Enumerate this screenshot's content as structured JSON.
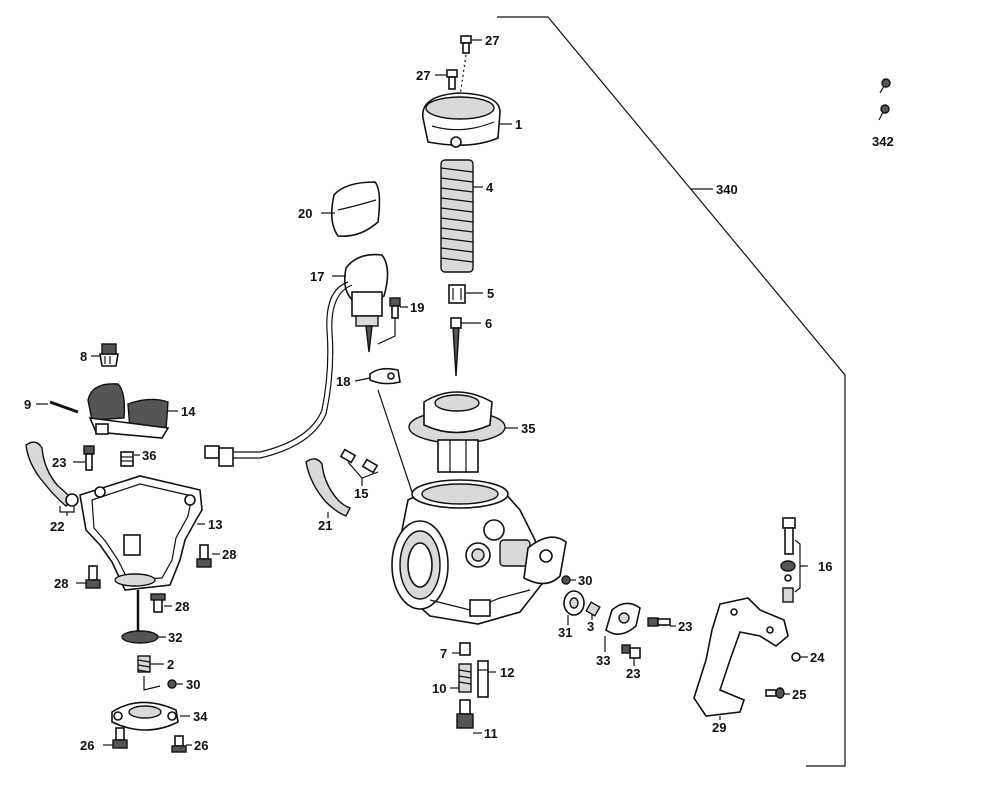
{
  "diagram": {
    "labels": [
      {
        "id": "p27a",
        "text": "27"
      },
      {
        "id": "p27b",
        "text": "27"
      },
      {
        "id": "p1",
        "text": "1"
      },
      {
        "id": "p4",
        "text": "4"
      },
      {
        "id": "p5",
        "text": "5"
      },
      {
        "id": "p6",
        "text": "6"
      },
      {
        "id": "p35",
        "text": "35"
      },
      {
        "id": "p340",
        "text": "340"
      },
      {
        "id": "p342",
        "text": "342"
      },
      {
        "id": "p20",
        "text": "20"
      },
      {
        "id": "p17",
        "text": "17"
      },
      {
        "id": "p19",
        "text": "19"
      },
      {
        "id": "p18",
        "text": "18"
      },
      {
        "id": "p8",
        "text": "8"
      },
      {
        "id": "p9",
        "text": "9"
      },
      {
        "id": "p14",
        "text": "14"
      },
      {
        "id": "p23a",
        "text": "23"
      },
      {
        "id": "p36",
        "text": "36"
      },
      {
        "id": "p22",
        "text": "22"
      },
      {
        "id": "p13",
        "text": "13"
      },
      {
        "id": "p28a",
        "text": "28"
      },
      {
        "id": "p28b",
        "text": "28"
      },
      {
        "id": "p28c",
        "text": "28"
      },
      {
        "id": "p32",
        "text": "32"
      },
      {
        "id": "p2",
        "text": "2"
      },
      {
        "id": "p30a",
        "text": "30"
      },
      {
        "id": "p34",
        "text": "34"
      },
      {
        "id": "p26a",
        "text": "26"
      },
      {
        "id": "p26b",
        "text": "26"
      },
      {
        "id": "p15",
        "text": "15"
      },
      {
        "id": "p21",
        "text": "21"
      },
      {
        "id": "p30b",
        "text": "30"
      },
      {
        "id": "p31",
        "text": "31"
      },
      {
        "id": "p3",
        "text": "3"
      },
      {
        "id": "p33",
        "text": "33"
      },
      {
        "id": "p23b",
        "text": "23"
      },
      {
        "id": "p23c",
        "text": "23"
      },
      {
        "id": "p7",
        "text": "7"
      },
      {
        "id": "p12",
        "text": "12"
      },
      {
        "id": "p10",
        "text": "10"
      },
      {
        "id": "p11",
        "text": "11"
      },
      {
        "id": "p16",
        "text": "16"
      },
      {
        "id": "p24",
        "text": "24"
      },
      {
        "id": "p25",
        "text": "25"
      },
      {
        "id": "p29",
        "text": "29"
      }
    ]
  }
}
